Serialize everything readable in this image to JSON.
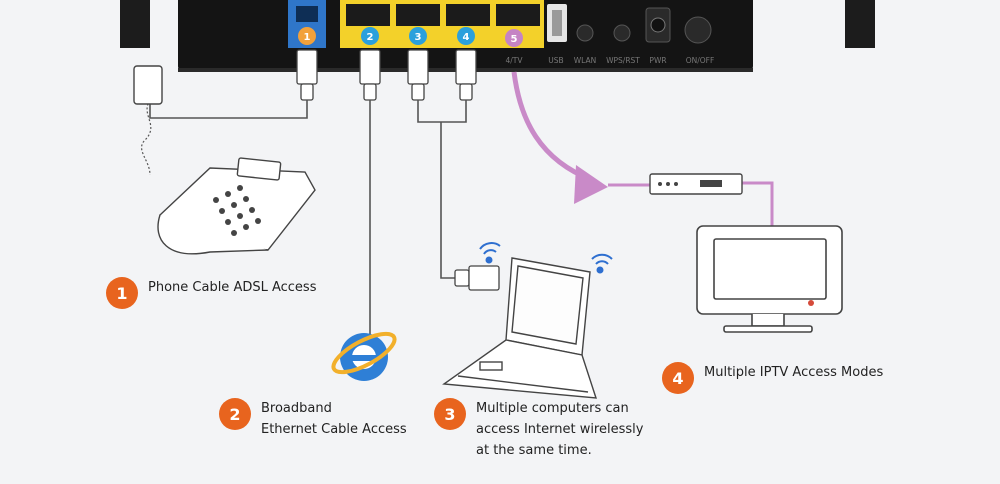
{
  "router": {
    "ports": [
      {
        "num": "1",
        "label": ""
      },
      {
        "num": "2",
        "label": ""
      },
      {
        "num": "3",
        "label": ""
      },
      {
        "num": "4",
        "label": ""
      },
      {
        "num": "5",
        "label": "4/TV"
      }
    ],
    "controls": {
      "usb": "USB",
      "wlan": "WLAN",
      "wps": "WPS/RST",
      "pwr": "PWR",
      "onoff": "ON/OFF"
    }
  },
  "features": [
    {
      "num": "1",
      "lines": [
        "Phone Cable ADSL Access"
      ]
    },
    {
      "num": "2",
      "lines": [
        "Broadband",
        "Ethernet Cable Access"
      ]
    },
    {
      "num": "3",
      "lines": [
        "Multiple computers can",
        "access Internet wirelessly",
        "at the same time."
      ]
    },
    {
      "num": "4",
      "lines": [
        "Multiple IPTV Access Modes"
      ]
    }
  ],
  "colors": {
    "badge": "#e8641e",
    "lan_badge": "#2ba0dc",
    "tv_badge": "#c584c4",
    "tv_line": "#c98ac8",
    "port_yellow": "#f3d12a",
    "phone_port": "#2f76c9"
  }
}
